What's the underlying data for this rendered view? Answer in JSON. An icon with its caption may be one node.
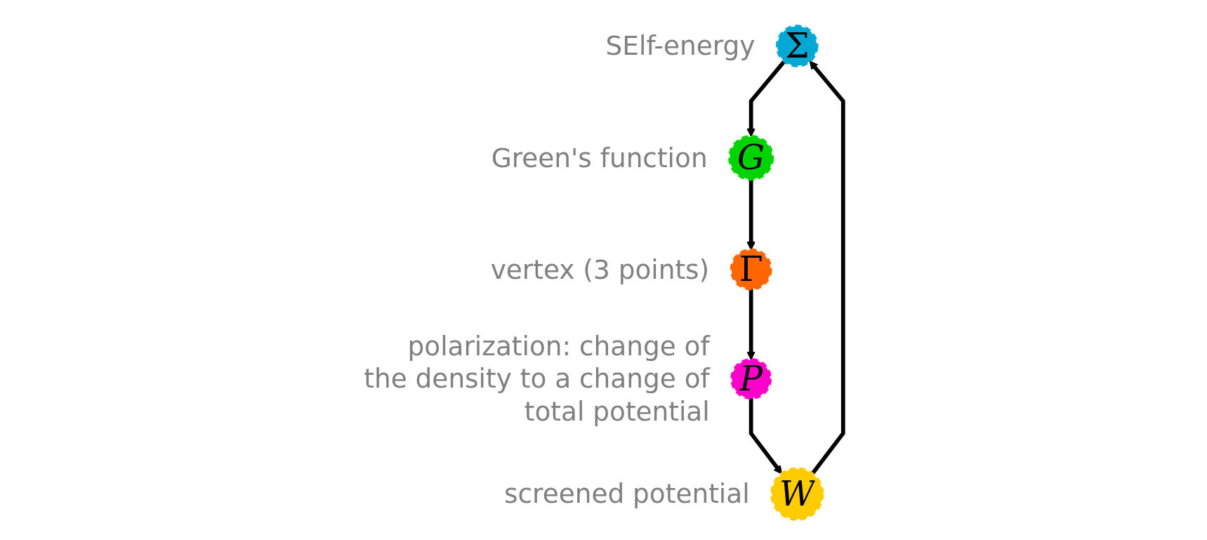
{
  "diagram": {
    "nodes": [
      {
        "text": [
          "Σ"
        ],
        "beside": [
          "SElf-energy"
        ]
      },
      {
        "text": [
          "W"
        ],
        "beside": [
          "screened potential"
        ]
      },
      {
        "text": [
          "G"
        ],
        "beside": [
          "Green's function"
        ]
      },
      {
        "text": [
          "P"
        ],
        "beside": [
          "polarization: change of the density to a change of total potential"
        ]
      },
      {
        "text": [
          "Γ"
        ],
        "beside": [
          "vertex (3 points)"
        ]
      }
    ],
    "edges": [
      {
        "from": 0,
        "to": 2,
        "arrow": "to"
      },
      {
        "from": 2,
        "to": 4,
        "arrow": "to"
      },
      {
        "from": 4,
        "to": 3,
        "arrow": "to"
      },
      {
        "from": 3,
        "to": 1,
        "arrow": "to"
      },
      {
        "from": 1,
        "to": 0,
        "arrow": "to"
      }
    ]
  }
}
